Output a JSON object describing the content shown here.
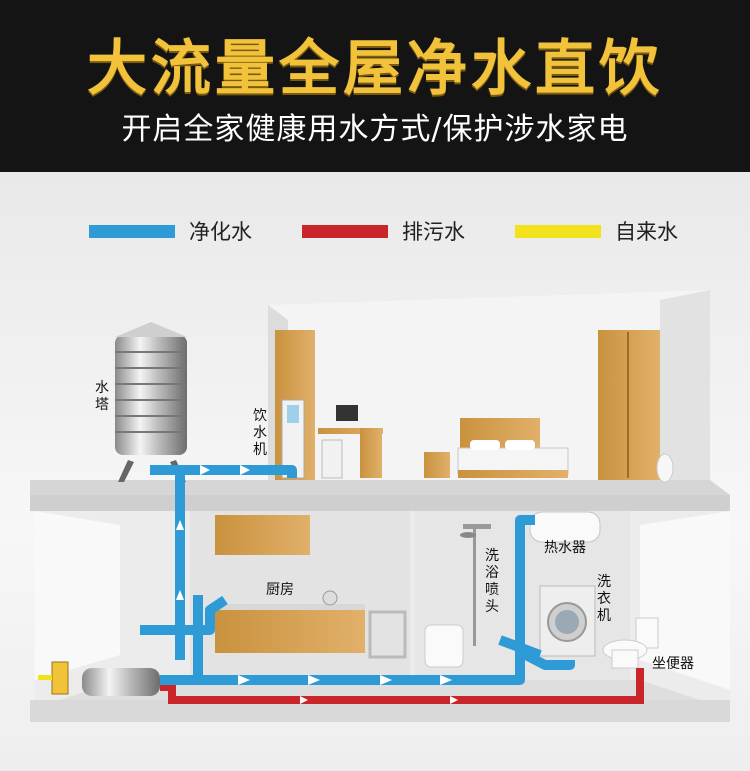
{
  "header": {
    "title": "大流量全屋净水直饮",
    "subtitle": "开启全家健康用水方式/保护涉水家电"
  },
  "legend": [
    {
      "label": "净化水",
      "color": "#2f9bd6"
    },
    {
      "label": "排污水",
      "color": "#c8262b"
    },
    {
      "label": "自来水",
      "color": "#f2e21b"
    }
  ],
  "labels": {
    "water_tower": "水塔",
    "water_dispenser": "饮水机",
    "kitchen": "厨房",
    "water_heater": "热水器",
    "shower": "洗浴喷头",
    "washer": "洗衣机",
    "toilet": "坐便器"
  },
  "colors": {
    "banner_bg": "#141414",
    "title": "#f2c23a",
    "pipe_clean": "#2f9bd6",
    "pipe_waste": "#c8262b",
    "pipe_tap": "#f2e21b"
  }
}
